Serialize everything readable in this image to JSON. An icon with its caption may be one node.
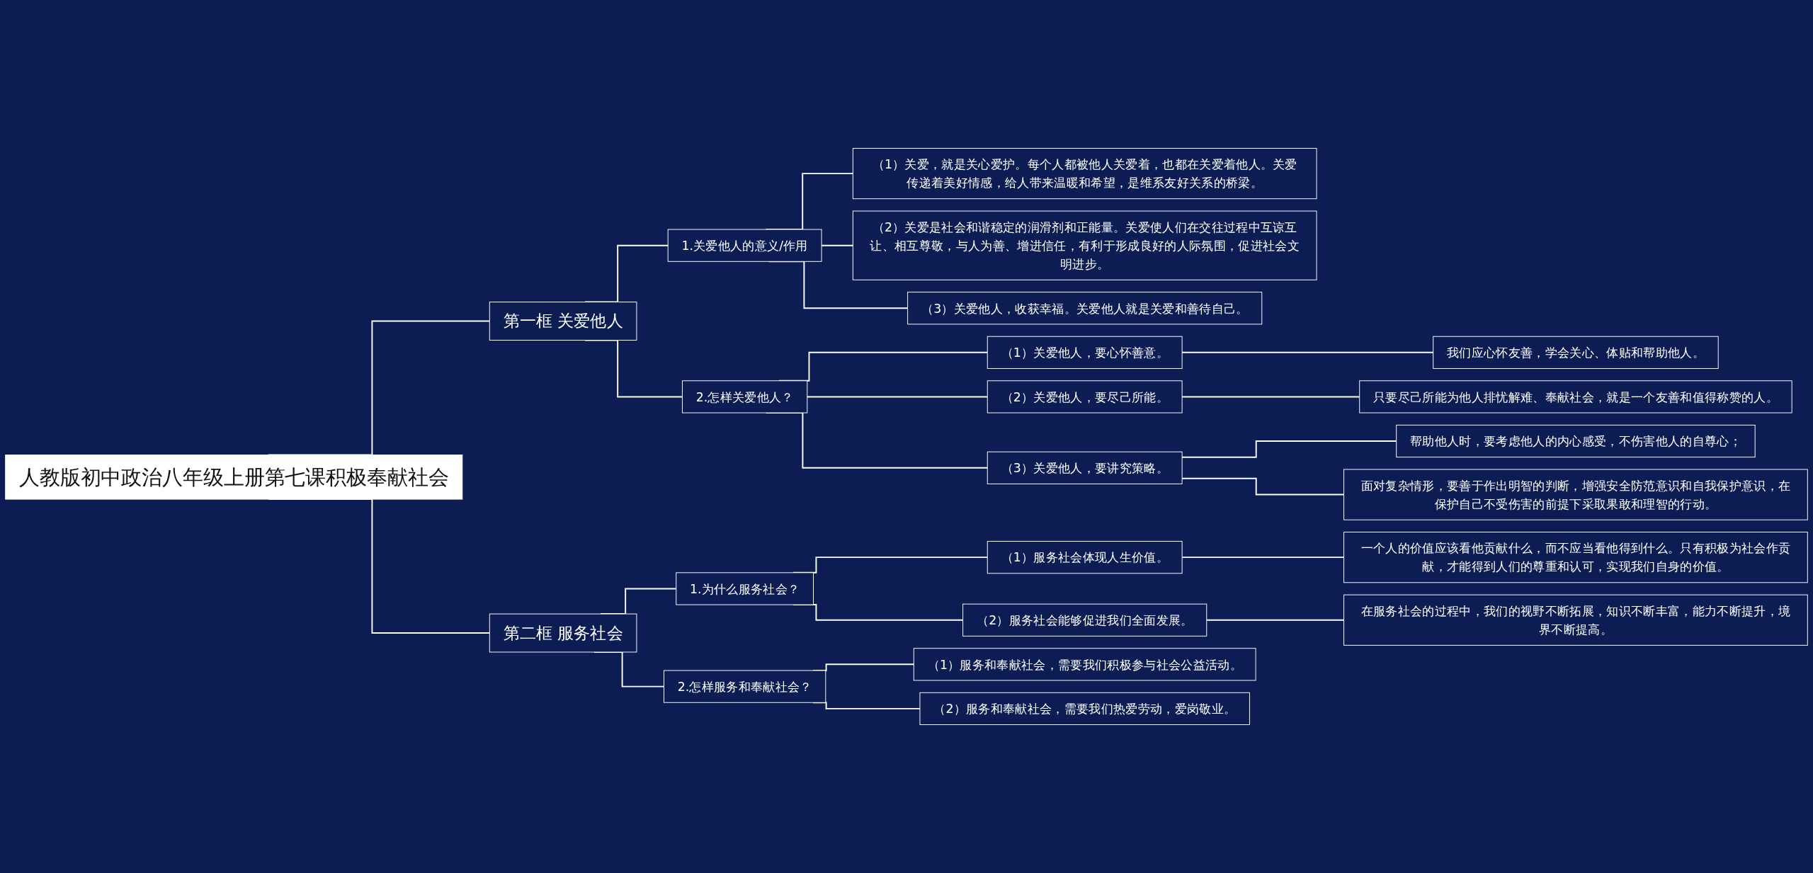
{
  "diagram": {
    "nodes": [
      {
        "text": [
          "人教版初中政治八年级上册第七课积极奉献社会"
        ]
      },
      {
        "text": [
          "第一框 关爱他人"
        ]
      },
      {
        "text": [
          "1.关爱他人的意义/作用"
        ]
      },
      {
        "text": [
          "（1）关爱，就是关心爱护。每个人都被他人关爱着，也都在关爱着他人。关爱传递着美好情感，给人带来温暖和希望，是维系友好关系的桥梁。"
        ]
      },
      {
        "text": [
          "（2）关爱是社会和谐稳定的润滑剂和正能量。关爱使人们在交往过程中互谅互让、相互尊敬，与人为善、增进信任，有利于形成良好的人际氛围，促进社会文明进步。"
        ]
      },
      {
        "text": [
          "（3）关爱他人，收获幸福。关爱他人就是关爱和善待自己。"
        ]
      },
      {
        "text": [
          "2.怎样关爱他人？"
        ]
      },
      {
        "text": [
          "（1）关爱他人，要心怀善意。"
        ]
      },
      {
        "text": [
          "我们应心怀友善，学会关心、体贴和帮助他人。"
        ]
      },
      {
        "text": [
          "（2）关爱他人，要尽己所能。"
        ]
      },
      {
        "text": [
          "只要尽己所能为他人排忧解难、奉献社会，就是一个友善和值得称赞的人。"
        ]
      },
      {
        "text": [
          "（3）关爱他人，要讲究策略。"
        ]
      },
      {
        "text": [
          "帮助他人时，要考虑他人的内心感受，不伤害他人的自尊心；"
        ]
      },
      {
        "text": [
          "面对复杂情形，要善于作出明智的判断，增强安全防范意识和自我保护意识，在保护自己不受伤害的前提下采取果敢和理智的行动。"
        ]
      },
      {
        "text": [
          "第二框 服务社会"
        ]
      },
      {
        "text": [
          "1.为什么服务社会？"
        ]
      },
      {
        "text": [
          "（1）服务社会体现人生价值。"
        ]
      },
      {
        "text": [
          "一个人的价值应该看他贡献什么，而不应当看他得到什么。只有积极为社会作贡献，才能得到人们的尊重和认可，实现我们自身的价值。"
        ]
      },
      {
        "text": [
          "（2）服务社会能够促进我们全面发展。"
        ]
      },
      {
        "text": [
          "在服务社会的过程中，我们的视野不断拓展，知识不断丰富，能力不断提升，境界不断提高。"
        ]
      },
      {
        "text": [
          "2.怎样服务和奉献社会？"
        ]
      },
      {
        "text": [
          "（1）服务和奉献社会，需要我们积极参与社会公益活动。"
        ]
      },
      {
        "text": [
          "（2）服务和奉献社会，需要我们热爱劳动，爱岗敬业。"
        ]
      }
    ],
    "edges": [
      {
        "from": 0,
        "to": 1,
        "arrow": "none"
      },
      {
        "from": 1,
        "to": 2,
        "arrow": "none"
      },
      {
        "from": 2,
        "to": 3,
        "arrow": "none"
      },
      {
        "from": 2,
        "to": 4,
        "arrow": "none"
      },
      {
        "from": 2,
        "to": 5,
        "arrow": "none"
      },
      {
        "from": 1,
        "to": 6,
        "arrow": "none"
      },
      {
        "from": 6,
        "to": 7,
        "arrow": "none"
      },
      {
        "from": 7,
        "to": 8,
        "arrow": "none"
      },
      {
        "from": 6,
        "to": 9,
        "arrow": "none"
      },
      {
        "from": 9,
        "to": 10,
        "arrow": "none"
      },
      {
        "from": 6,
        "to": 11,
        "arrow": "none"
      },
      {
        "from": 11,
        "to": 12,
        "arrow": "none"
      },
      {
        "from": 11,
        "to": 13,
        "arrow": "none"
      },
      {
        "from": 0,
        "to": 14,
        "arrow": "none"
      },
      {
        "from": 14,
        "to": 15,
        "arrow": "none"
      },
      {
        "from": 15,
        "to": 16,
        "arrow": "none"
      },
      {
        "from": 16,
        "to": 17,
        "arrow": "none"
      },
      {
        "from": 15,
        "to": 18,
        "arrow": "none"
      },
      {
        "from": 18,
        "to": 19,
        "arrow": "none"
      },
      {
        "from": 14,
        "to": 20,
        "arrow": "none"
      },
      {
        "from": 20,
        "to": 21,
        "arrow": "none"
      },
      {
        "from": 20,
        "to": 22,
        "arrow": "none"
      }
    ]
  }
}
